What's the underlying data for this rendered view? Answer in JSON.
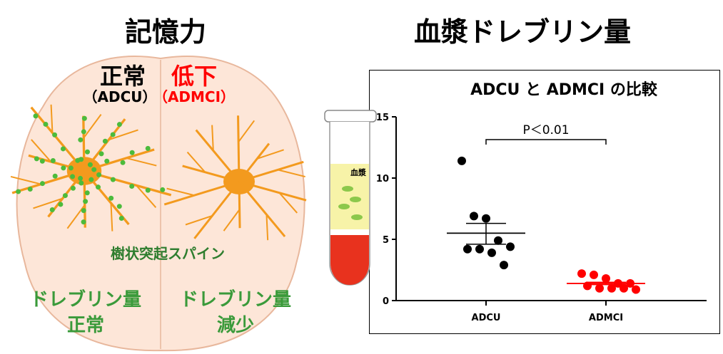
{
  "left": {
    "title": "記憶力",
    "normal": "正常",
    "normal_group": "（ADCU）",
    "decline": "低下",
    "decline_group": "（ADMCI）",
    "spine_label": "樹状突起スパイン",
    "left_drebrin": "ドレブリン量",
    "left_state": "正常",
    "right_drebrin": "ドレブリン量",
    "right_state": "減少"
  },
  "right": {
    "title": "血漿ドレブリン量",
    "tube_label": "血漿"
  },
  "colors": {
    "normal": "#000000",
    "decline": "#ff0000",
    "green": "#2e8b2e",
    "neuron": "#f39a1e",
    "spine": "#4cbb3c"
  },
  "chart_data": {
    "type": "scatter",
    "title": "ADCU と ADMCI の比較",
    "categories": [
      "ADCU",
      "ADMCI"
    ],
    "ylim": [
      0,
      15
    ],
    "yticks": [
      "0",
      "5",
      "10",
      "15"
    ],
    "annotation": "P＜0.01",
    "series": [
      {
        "name": "ADCU",
        "color": "#000000",
        "values": [
          11.4,
          6.9,
          6.7,
          4.9,
          4.4,
          4.2,
          4.2,
          3.9,
          2.9
        ],
        "mean": 5.5,
        "sem": [
          4.6,
          6.3
        ]
      },
      {
        "name": "ADMCI",
        "color": "#ff0000",
        "values": [
          2.2,
          2.1,
          1.8,
          1.4,
          1.4,
          1.2,
          1.0,
          1.0,
          1.0,
          0.9
        ],
        "mean": 1.4,
        "sem": [
          1.3,
          1.5
        ]
      }
    ]
  }
}
